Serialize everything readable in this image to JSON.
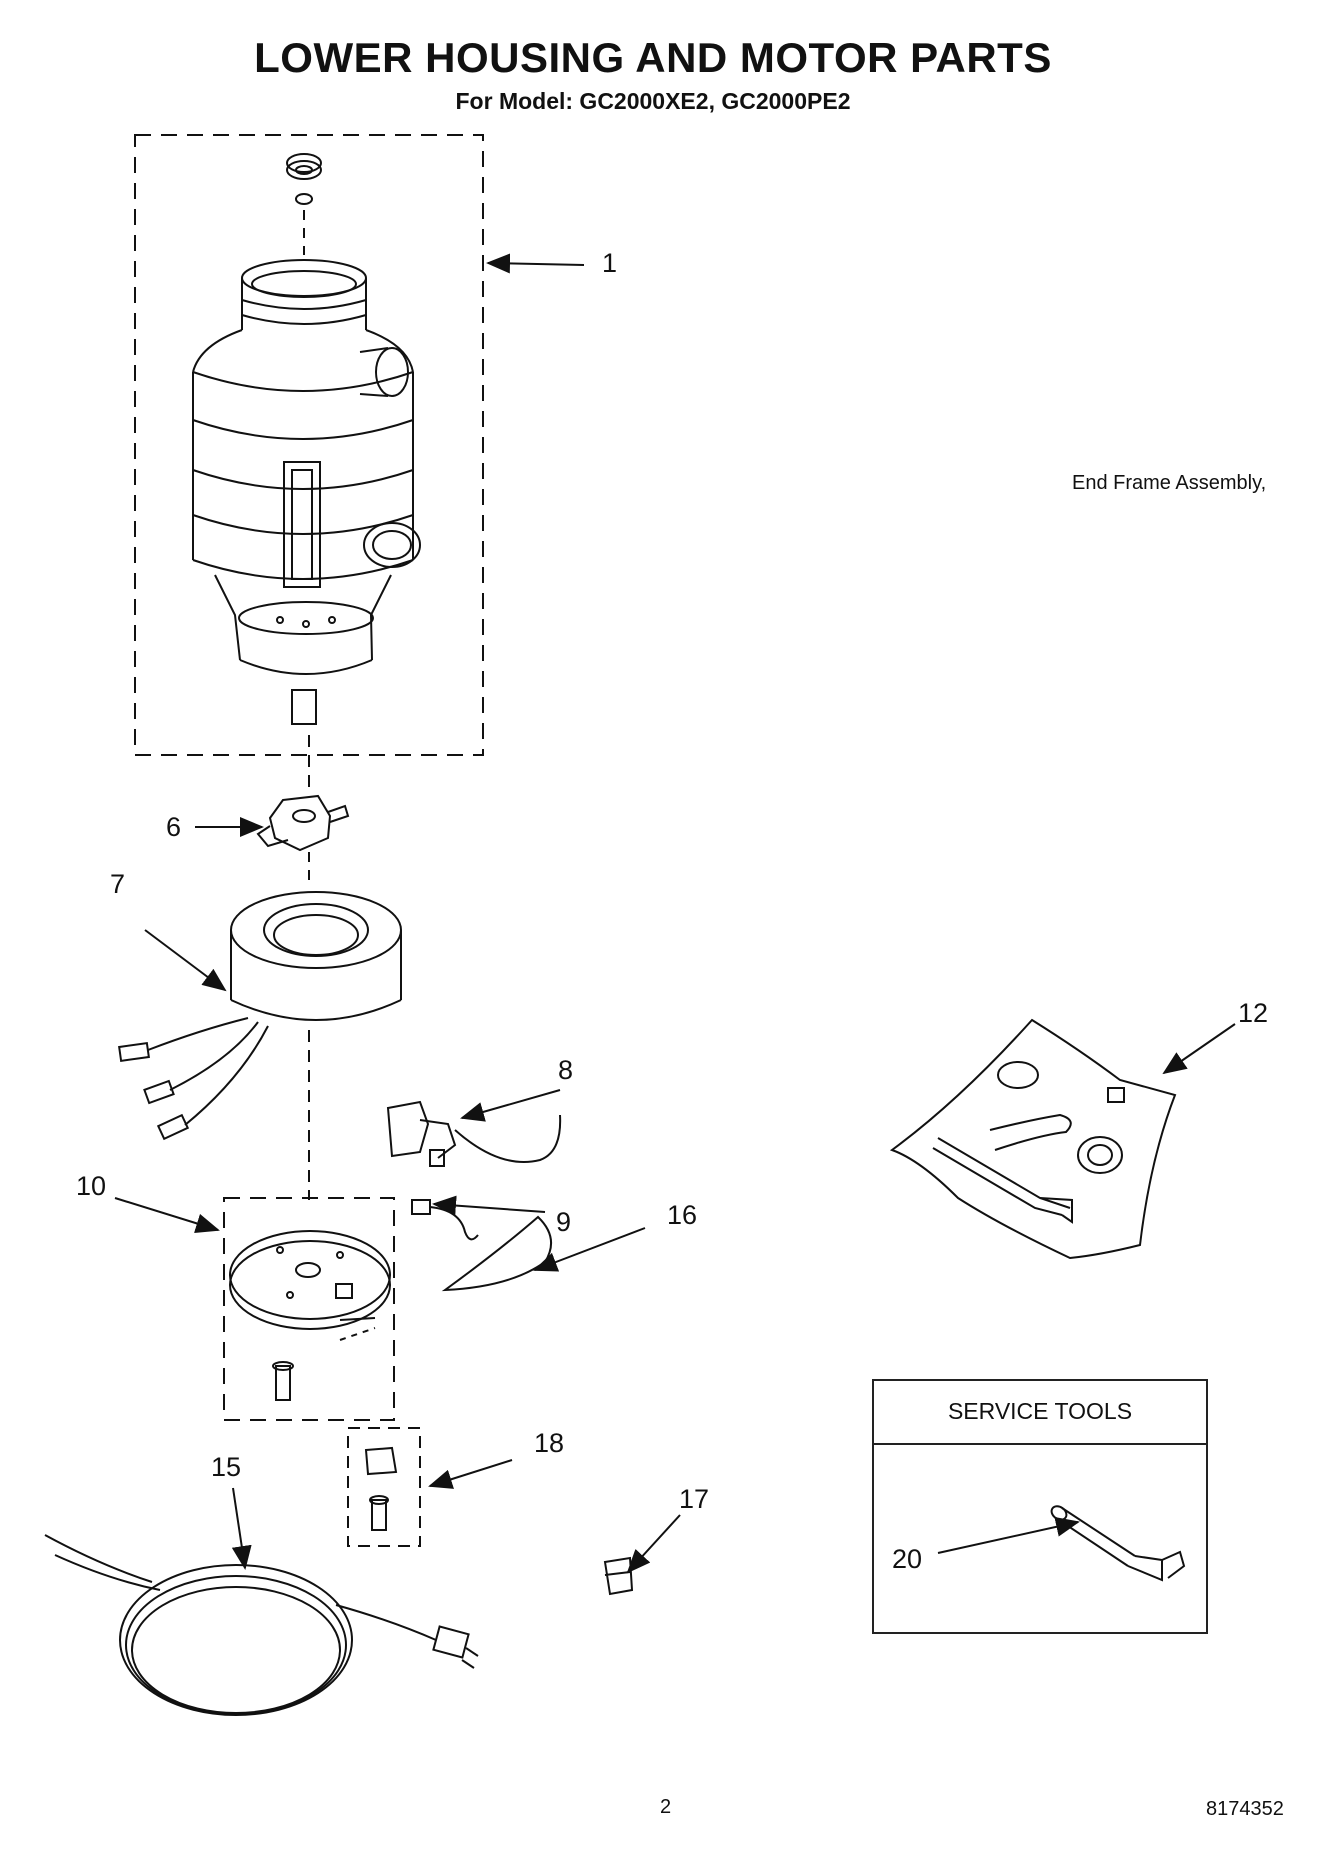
{
  "header": {
    "title": "LOWER HOUSING AND MOTOR PARTS",
    "subtitle": "For Model: GC2000XE2, GC2000PE2"
  },
  "side_note": "End Frame Assembly,",
  "service_tools": {
    "heading": "SERVICE TOOLS"
  },
  "callouts": [
    "1",
    "6",
    "7",
    "8",
    "9",
    "10",
    "12",
    "15",
    "16",
    "17",
    "18",
    "20"
  ],
  "footer": {
    "page_number": "2",
    "document_number": "8174352"
  }
}
